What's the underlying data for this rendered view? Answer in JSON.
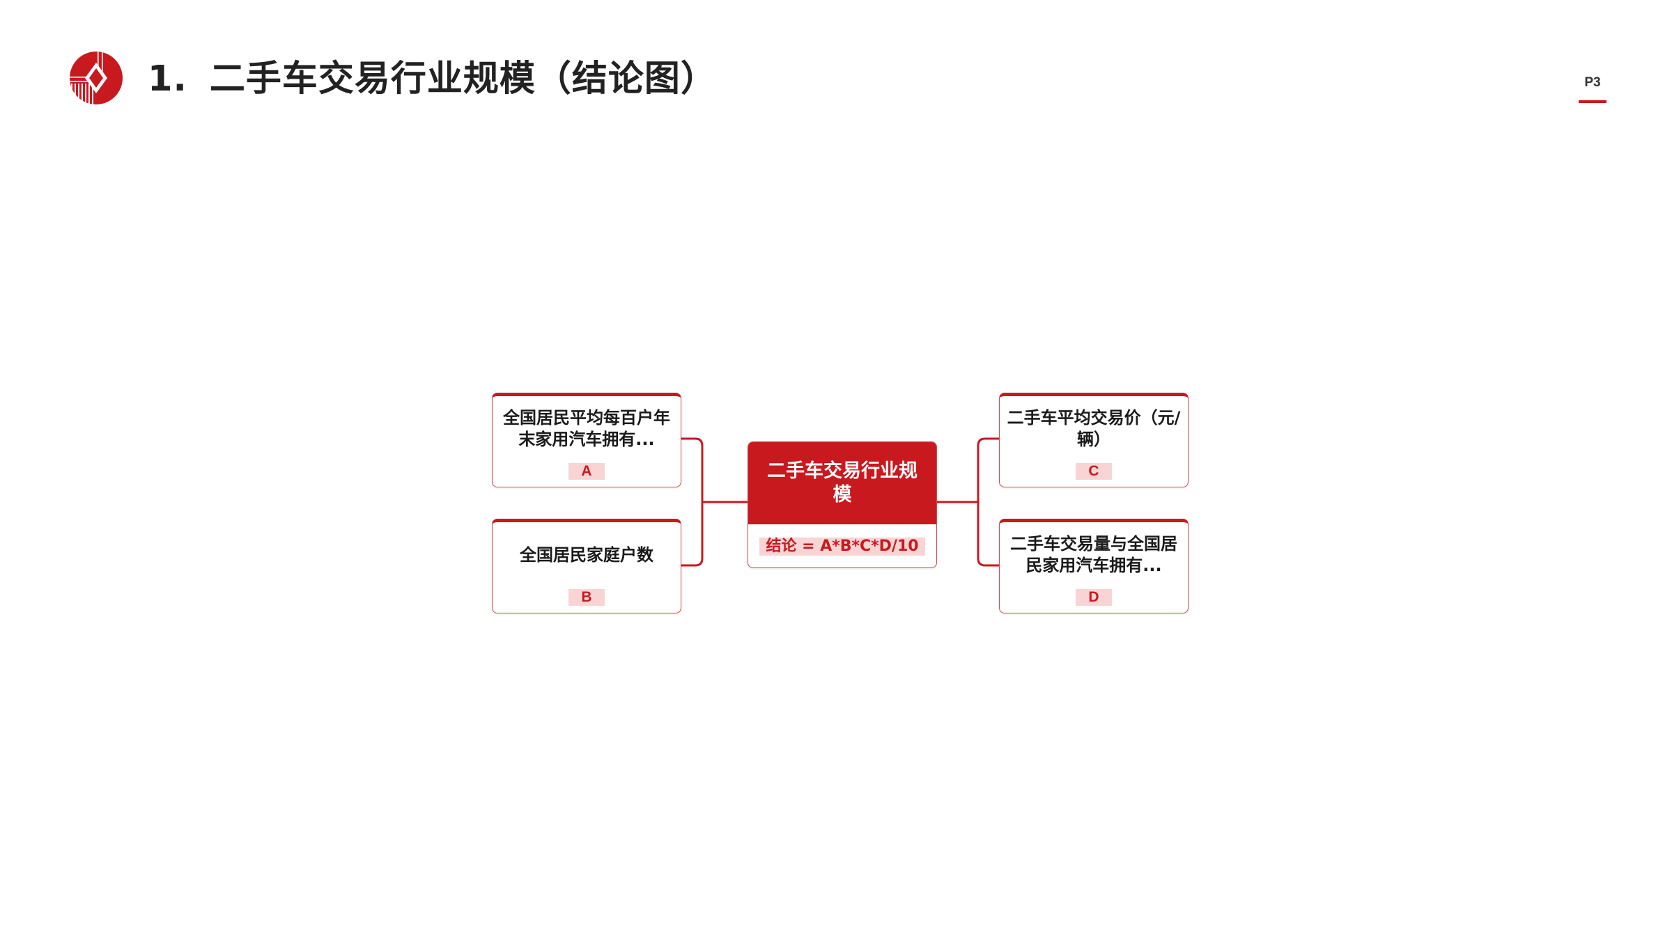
{
  "header": {
    "number": "1.",
    "title": "二手车交易行业规模（结论图）",
    "page": "P3"
  },
  "colors": {
    "accent": "#c8191f",
    "badge_bg": "#f8d4d4"
  },
  "diagram": {
    "center": {
      "title": "二手车交易行业规模",
      "formula": "结论 = A*B*C*D/10"
    },
    "nodes": [
      {
        "id": "A",
        "label": "全国居民平均每百户年末家用汽车拥有...",
        "badge": "A"
      },
      {
        "id": "B",
        "label": "全国居民家庭户数",
        "badge": "B"
      },
      {
        "id": "C",
        "label": "二手车平均交易价（元/辆）",
        "badge": "C"
      },
      {
        "id": "D",
        "label": "二手车交易量与全国居民家用汽车拥有...",
        "badge": "D"
      }
    ]
  }
}
